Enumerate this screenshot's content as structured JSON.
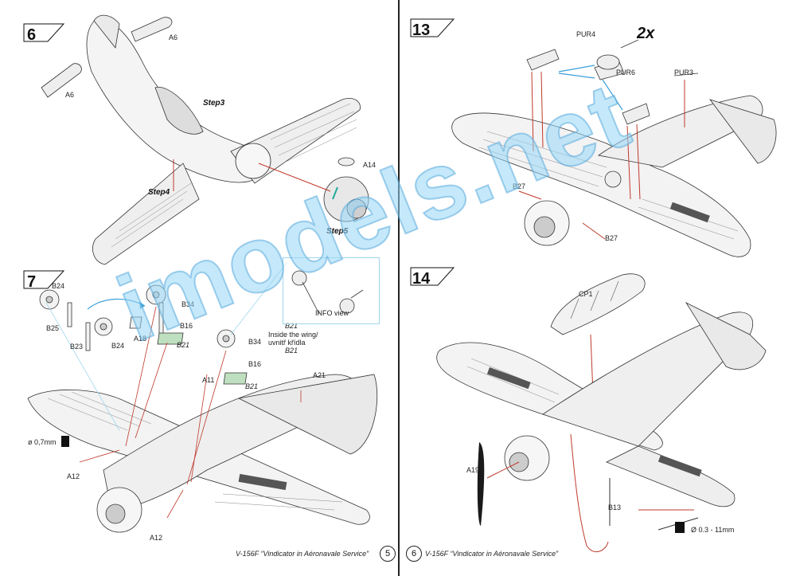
{
  "left_page": {
    "step6": {
      "number": "6",
      "labels": {
        "a6_top": "A6",
        "a6_left": "A6",
        "step3": "Step3",
        "step4": "Step4",
        "step5": "Step5",
        "a14": "A14"
      }
    },
    "step7": {
      "number": "7",
      "labels": {
        "b24": "B24",
        "b25": "B25",
        "b23": "B23",
        "b24b": "B24",
        "a18": "A18",
        "b34": "B34",
        "b16": "B16",
        "b21": "B21",
        "a11": "A11",
        "b34b": "B34",
        "b16b": "B16",
        "b21b": "B21",
        "b21c": "B21",
        "b21d": "B21",
        "a21": "A21",
        "diameter": "ø 0,7mm",
        "a12": "A12",
        "a12b": "A12",
        "inside_wing": "Inside the wing/",
        "uvnitr": "uvnitř křídla",
        "info_view": "INFO view"
      }
    },
    "footer": "V-156F “Vindicator in Aéronavale Service”",
    "page_number": "5"
  },
  "right_page": {
    "step13": {
      "number": "13",
      "labels": {
        "pur4": "PUR4",
        "qty": "2x",
        "pur6": "PUR6",
        "pur3": "PUR3",
        "b27": "B27",
        "b27b": "B27"
      }
    },
    "step14": {
      "number": "14",
      "labels": {
        "cp1": "CP1",
        "a19": "A19",
        "b13": "B13",
        "range": "Ø 0.3 - 11mm"
      }
    },
    "footer": "V-156F “Vindicator in Aéronavale Service”",
    "page_number": "6"
  },
  "watermark": "imodels.net",
  "colors": {
    "red_guides": "#c0392b",
    "blue_guides": "#3aa0d8",
    "watermark": "#8fd0f0"
  }
}
